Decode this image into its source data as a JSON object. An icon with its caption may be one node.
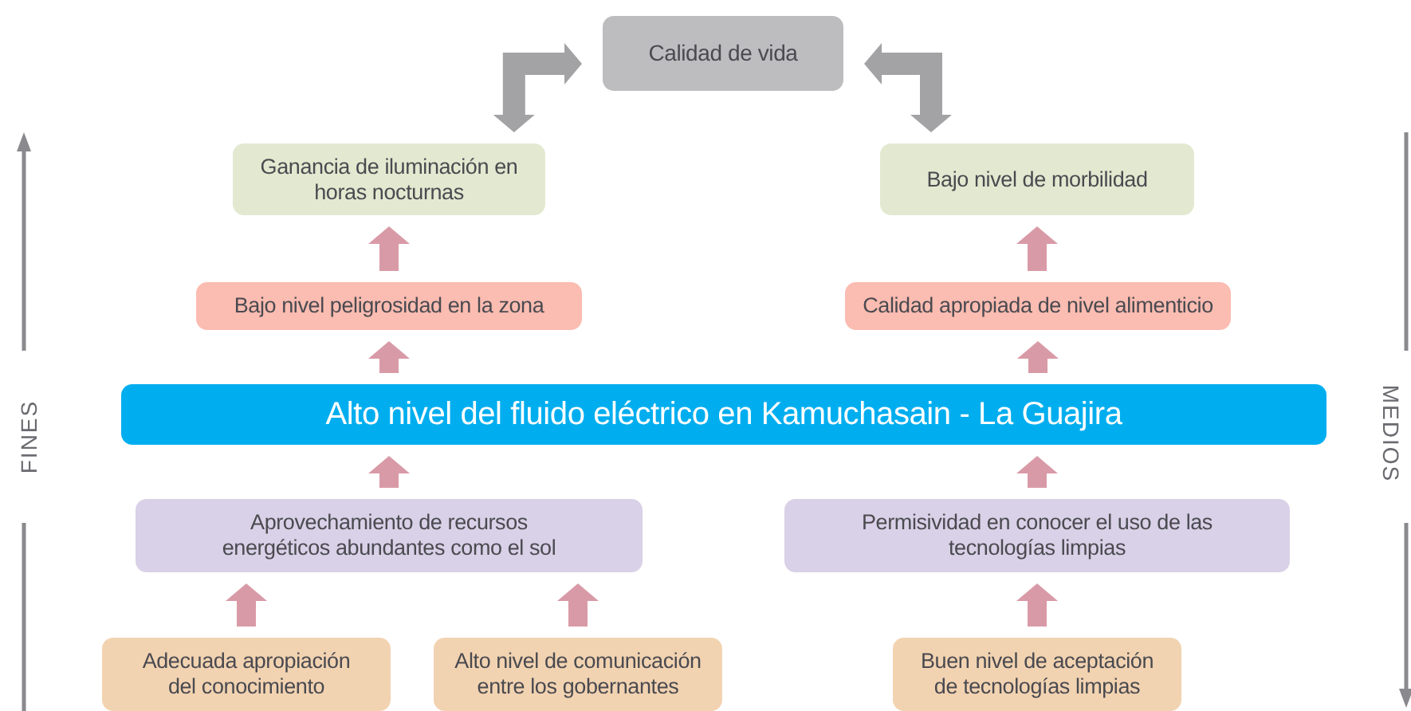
{
  "diagram": {
    "nodes": [
      {
        "text": [
          "Calidad de vida"
        ]
      },
      {
        "text": [
          "Ganancia de iluminación en horas nocturnas"
        ]
      },
      {
        "text": [
          "Bajo nivel de morbilidad"
        ]
      },
      {
        "text": [
          "Bajo nivel peligrosidad en la zona"
        ]
      },
      {
        "text": [
          "Calidad apropiada de nivel alimenticio"
        ]
      },
      {
        "text": [
          "Alto nivel del fluido eléctrico en Kamuchasain - La Guajira"
        ]
      },
      {
        "text": [
          "Aprovechamiento de recursos energéticos abundantes como el sol"
        ]
      },
      {
        "text": [
          "Permisividad en conocer el uso de las tecnologías limpias"
        ]
      },
      {
        "text": [
          "Adecuada apropiación del conocimiento"
        ]
      },
      {
        "text": [
          "Alto nivel de comunicación entre los gobernantes"
        ]
      },
      {
        "text": [
          "Buen nivel de aceptación de tecnologías limpias"
        ]
      }
    ],
    "edges": [
      {
        "from": 0,
        "to": 1,
        "arrow": "both",
        "color": "#a3a3a5"
      },
      {
        "from": 0,
        "to": 2,
        "arrow": "both",
        "color": "#a3a3a5"
      },
      {
        "from": 3,
        "to": 1,
        "arrow": "to"
      },
      {
        "from": 4,
        "to": 2,
        "arrow": "to"
      },
      {
        "from": 5,
        "to": 3,
        "arrow": "to"
      },
      {
        "from": 5,
        "to": 4,
        "arrow": "to"
      },
      {
        "from": 6,
        "to": 5,
        "arrow": "to"
      },
      {
        "from": 7,
        "to": 5,
        "arrow": "to"
      },
      {
        "from": 8,
        "to": 6,
        "arrow": "to"
      },
      {
        "from": 9,
        "to": 6,
        "arrow": "to"
      },
      {
        "from": 10,
        "to": 7,
        "arrow": "to"
      }
    ],
    "labels": [
      "FINES",
      "MEDIOS"
    ]
  }
}
